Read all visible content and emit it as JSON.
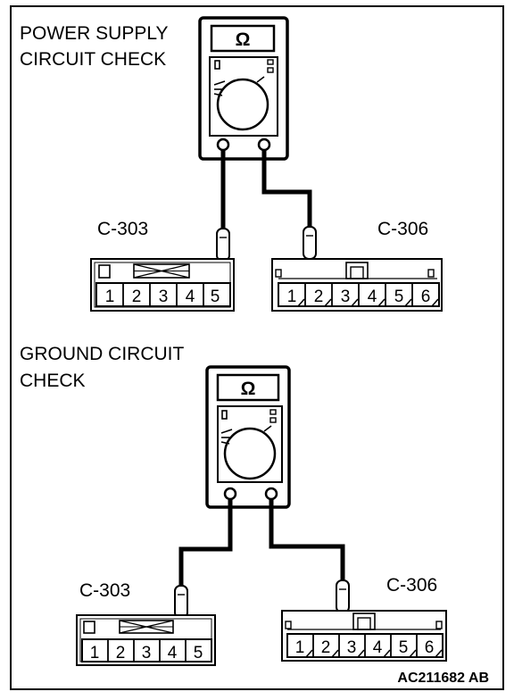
{
  "figure_ref": "AC211682 AB",
  "meter_symbol": "Ω",
  "top": {
    "heading_line1": "POWER SUPPLY",
    "heading_line2": "CIRCUIT CHECK",
    "left_connector": {
      "label": "C-303",
      "pins": [
        "1",
        "2",
        "3",
        "4",
        "5"
      ]
    },
    "right_connector": {
      "label": "C-306",
      "pins": [
        "1",
        "2",
        "3",
        "4",
        "5",
        "6"
      ]
    }
  },
  "bottom": {
    "heading_line1": "GROUND CIRCUIT",
    "heading_line2": "CHECK",
    "left_connector": {
      "label": "C-303",
      "pins": [
        "1",
        "2",
        "3",
        "4",
        "5"
      ]
    },
    "right_connector": {
      "label": "C-306",
      "pins": [
        "1",
        "2",
        "3",
        "4",
        "5",
        "6"
      ]
    }
  },
  "colors": {
    "line": "#000000",
    "background": "#ffffff"
  }
}
